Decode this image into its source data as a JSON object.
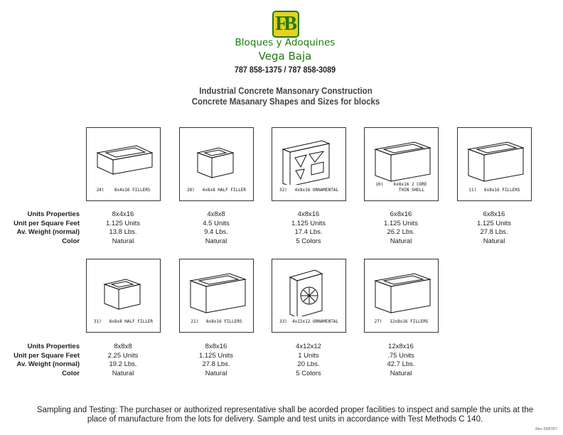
{
  "logo": {
    "letters": "FB"
  },
  "company": {
    "name_line1": "Bloques y Adoquines",
    "name_line2": "Vega Baja",
    "phones": "787 858-1375 / 787 858-3089"
  },
  "titles": {
    "line1": "Industrial Concrete Mansonary Construction",
    "line2": "Concrete Masanary Shapes and Sizes for blocks"
  },
  "row_labels": [
    "Units Properties",
    "Unit per Square Feet",
    "Av. Weight (normal)",
    "Color"
  ],
  "blocks": [
    {
      "caption": "24)    8x4x16 FILLERS",
      "size": "8x4x16",
      "units": "1.125 Units",
      "weight": "13.8 Lbs.",
      "color": "Natural"
    },
    {
      "caption": "28)   4x8x8 HALF FILLER",
      "size": "4x8x8",
      "units": "4.5 Units",
      "weight": "9.4 Lbs.",
      "color": "Natural"
    },
    {
      "caption": "32)   4x8x16 ORNAMENTAL",
      "size": "4x8x16",
      "units": "1.125 Units",
      "weight": "17.4 Lbs.",
      "color": "5 Colors"
    },
    {
      "caption": "10)    6x8x16 2 CORE\n        THIN SHELL",
      "size": "6x8x16",
      "units": "1.125 Units",
      "weight": "26.2 Lbs.",
      "color": "Natural"
    },
    {
      "caption": "11)   6x8x16 FILLERS",
      "size": "6x8x16",
      "units": "1.125 Units",
      "weight": "27.8 Lbs.",
      "color": "Natural"
    },
    {
      "caption": "31)   8x8x8 HALF FILLER",
      "size": "8x8x8",
      "units": "2.25 Units",
      "weight": "19.2 Lbs.",
      "color": "Natural"
    },
    {
      "caption": "21)   8x8x16 FILLERS",
      "size": "8x8x16",
      "units": "1.125 Units",
      "weight": "27.8 Lbs.",
      "color": "Natural"
    },
    {
      "caption": "33)  4x12x12 ORNAMENTAL",
      "size": "4x12x12",
      "units": "1 Units",
      "weight": "20 Lbs.",
      "color": "5 Colors"
    },
    {
      "caption": "27)   12x8x16 FILLERS",
      "size": "12x8x16",
      "units": ".75 Units",
      "weight": "42.7 Lbs.",
      "color": "Natural"
    }
  ],
  "footer": {
    "line1": "Sampling and Testing: The purchaser or authorized representative shall be acorded proper facilities to inspect and sample the units at the",
    "line2": "place of manufacture from the lots for delivery. Sample and test units in accordance with Test Methods C 140."
  },
  "revision": "Rev. 03/07/07",
  "colors": {
    "brand_green": "#1f7a12",
    "logo_yellow": "#e8d21c"
  }
}
